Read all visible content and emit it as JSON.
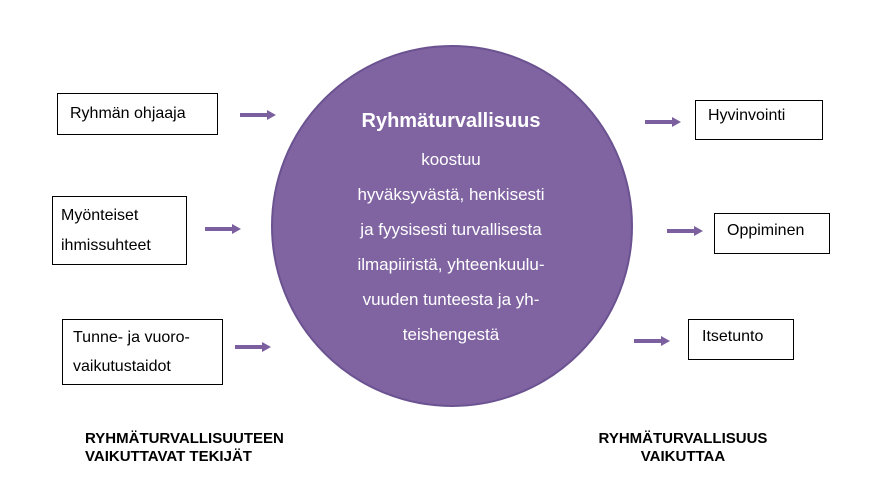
{
  "center": {
    "title": "Ryhmäturvallisuus",
    "lines": [
      "koostuu",
      "hyväksyvästä, henkisesti",
      "ja fyysisesti turvallisesta",
      "ilmapiiristä, yhteenkuulu-",
      "vuuden tunteesta ja yh-",
      "teishengestä"
    ]
  },
  "factors": [
    {
      "lines": [
        "Ryhmän ohjaaja"
      ]
    },
    {
      "lines": [
        "Myönteiset",
        "ihmissuhteet"
      ]
    },
    {
      "lines": [
        "Tunne- ja vuoro-",
        "vaikutustaidot"
      ]
    }
  ],
  "effects": [
    {
      "label": "Hyvinvointi"
    },
    {
      "label": "Oppiminen"
    },
    {
      "label": "Itsetunto"
    }
  ],
  "footer": {
    "left": [
      "RYHMÄTURVALLISUUTEEN",
      "VAIKUTTAVAT TEKIJÄT"
    ],
    "right": [
      "RYHMÄTURVALLISUUS",
      "VAIKUTTAA"
    ]
  },
  "colors": {
    "circle": "#8064a2",
    "arrow": "#7b5f9e"
  }
}
